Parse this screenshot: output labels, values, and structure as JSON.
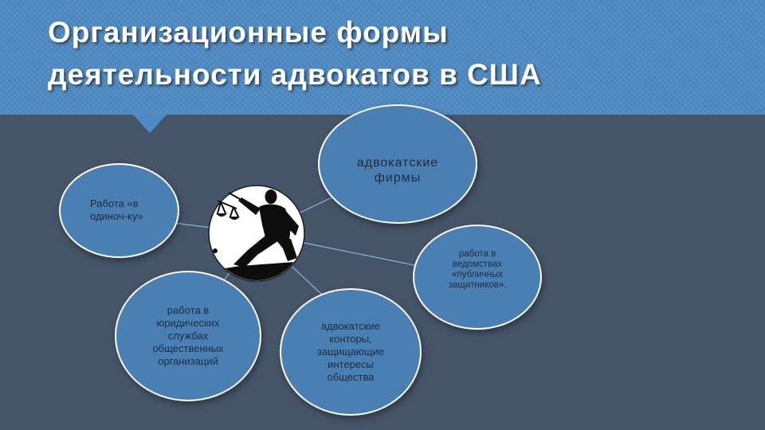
{
  "title": {
    "line1": "Организационные формы",
    "line2": "деятельности адвокатов в США"
  },
  "center_icon": "lawyer-with-scales-icon",
  "nodes": {
    "firms": {
      "line1": "адвокатские",
      "line2": "фирмы"
    },
    "solo": {
      "line1": "Работа «в",
      "line2": "одиноч-ку»"
    },
    "public_defenders": {
      "line1": "работа в",
      "line2": "ведомствах",
      "line3": "«публичных",
      "line4": "защитников»."
    },
    "public_orgs": {
      "line1": "работа в",
      "line2": "юридических",
      "line3": "службах",
      "line4": "общественных",
      "line5": "организаций"
    },
    "offices": {
      "line1": "адвокатские",
      "line2": "конторы,",
      "line3": "защищающие",
      "line4": "интересы",
      "line5": "общества"
    }
  },
  "colors": {
    "background": "#46546a",
    "header": "#4f8ac4",
    "node_fill": "#4a7fb3",
    "node_border": "#ffffff",
    "node_text": "#1f2c3e",
    "title_text": "#ffffff"
  }
}
